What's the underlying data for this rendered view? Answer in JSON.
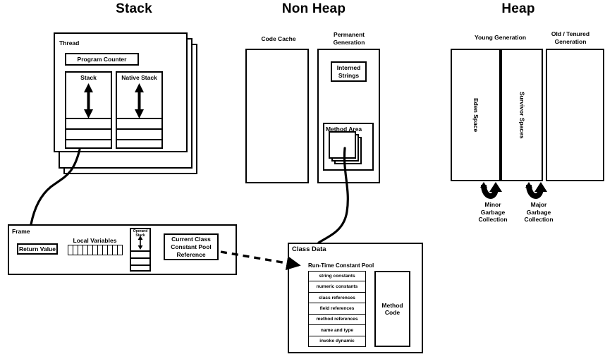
{
  "titles": {
    "stack": "Stack",
    "non_heap": "Non Heap",
    "heap": "Heap"
  },
  "stack_section": {
    "thread_label": "Thread",
    "program_counter": "Program Counter",
    "stack_label": "Stack",
    "native_stack_label": "Native Stack",
    "stack_empty_slots": 3,
    "thread_copies": 3,
    "arrow_icon": "double-headed-vertical-arrow"
  },
  "frame_section": {
    "frame_label": "Frame",
    "return_value": "Return Value",
    "local_variables_label": "Local Variables",
    "local_variable_cells": 11,
    "operand_stack_label": "Operand Stack",
    "operand_stack_slots": 3,
    "current_class_ref": "Current Class\nConstant Pool\nReference",
    "current_class_ref_lines": [
      "Current Class",
      "Constant Pool",
      "Reference"
    ]
  },
  "non_heap_section": {
    "code_cache_label": "Code Cache",
    "permanent_generation_lines": [
      "Permanent",
      "Generation"
    ],
    "interned_strings_lines": [
      "Interned",
      "Strings"
    ],
    "method_area_label": "Method Area",
    "method_area_card_count": 3
  },
  "heap_section": {
    "young_generation_label": "Young Generation",
    "old_tenured_lines": [
      "Old / Tenured",
      "Generation"
    ],
    "eden_space_label": "Eden Space",
    "survivor_spaces_label": "Survivor Spaces",
    "minor_gc_lines": [
      "Minor",
      "Garbage",
      "Collection"
    ],
    "major_gc_lines": [
      "Major",
      "Garbage",
      "Collection"
    ],
    "gc_arrow_icon": "u-turn-up-arrow"
  },
  "class_data_section": {
    "class_data_label": "Class Data",
    "runtime_constant_pool_label": "Run-Time Constant Pool",
    "pool_entries": [
      "string constants",
      "numeric constants",
      "class references",
      "field references",
      "method references",
      "name and type",
      "invoke dynamic"
    ],
    "method_code_lines": [
      "Method",
      "Code"
    ]
  },
  "connectors": {
    "stack_to_frame": "curved-line",
    "method_area_to_class_data": "curved-line",
    "frame_to_class_data": "dashed-arrow"
  },
  "colors": {
    "stroke": "#000000",
    "background": "#ffffff"
  }
}
